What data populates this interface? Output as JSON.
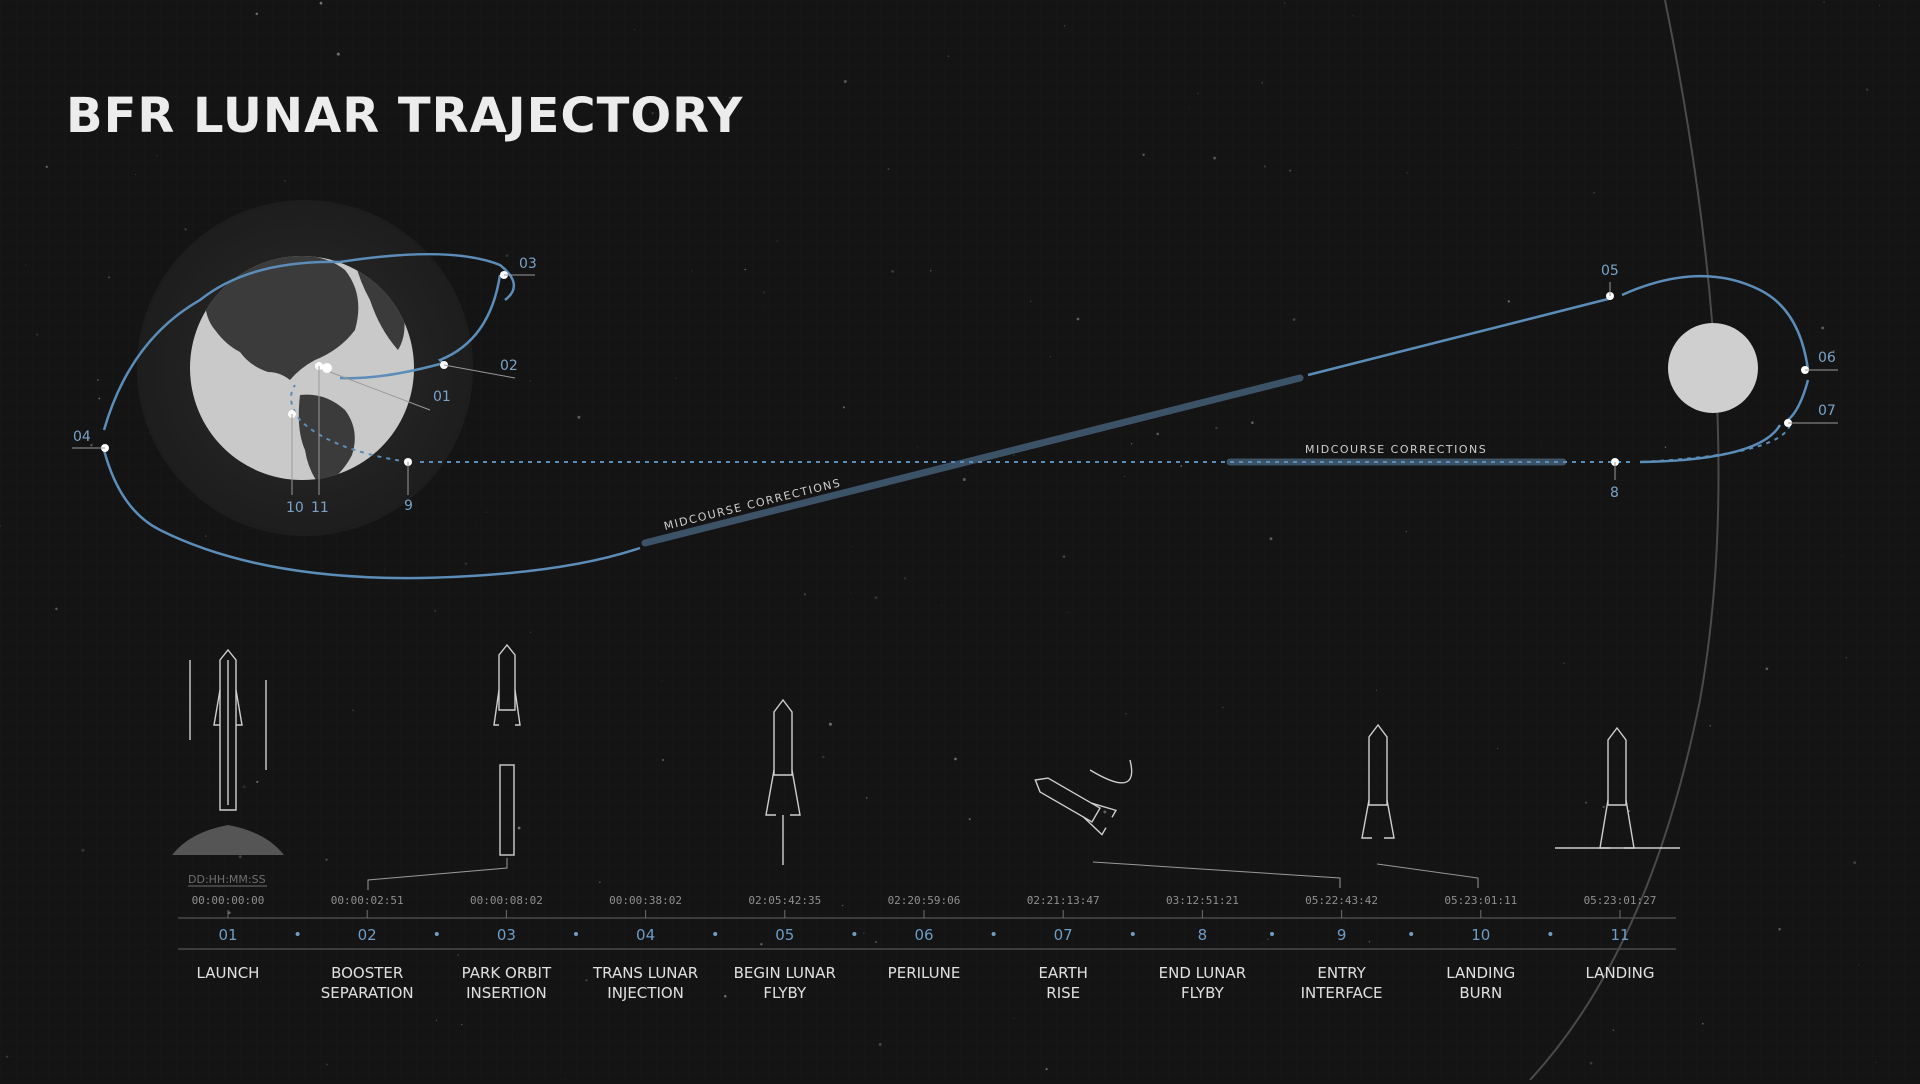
{
  "title": "BFR LUNAR TRAJECTORY",
  "timecode_format": "DD:HH:MM:SS",
  "corrections_label": "MIDCOURSE CORRECTIONS",
  "colors": {
    "background": "#141414",
    "accent": "#5b8db8",
    "earth_land": "#3a3a3a",
    "earth_ocean": "#c7c7c7",
    "moon": "#cfcfcf"
  },
  "orbit_markers": {
    "m01": "01",
    "m02": "02",
    "m03": "03",
    "m04": "04",
    "m05": "05",
    "m06": "06",
    "m07": "07",
    "m8": "8",
    "m9": "9",
    "m10": "10",
    "m11": "11"
  },
  "timeline": [
    {
      "num": "01",
      "time": "00:00:00:00",
      "label1": "LAUNCH",
      "label2": ""
    },
    {
      "num": "02",
      "time": "00:00:02:51",
      "label1": "BOOSTER",
      "label2": "SEPARATION"
    },
    {
      "num": "03",
      "time": "00:00:08:02",
      "label1": "PARK ORBIT",
      "label2": "INSERTION"
    },
    {
      "num": "04",
      "time": "00:00:38:02",
      "label1": "TRANS LUNAR",
      "label2": "INJECTION"
    },
    {
      "num": "05",
      "time": "02:05:42:35",
      "label1": "BEGIN LUNAR",
      "label2": "FLYBY"
    },
    {
      "num": "06",
      "time": "02:20:59:06",
      "label1": "PERILUNE",
      "label2": ""
    },
    {
      "num": "07",
      "time": "02:21:13:47",
      "label1": "EARTH",
      "label2": "RISE"
    },
    {
      "num": "8",
      "time": "03:12:51:21",
      "label1": "END LUNAR",
      "label2": "FLYBY"
    },
    {
      "num": "9",
      "time": "05:22:43:42",
      "label1": "ENTRY",
      "label2": "INTERFACE"
    },
    {
      "num": "10",
      "time": "05:23:01:11",
      "label1": "LANDING",
      "label2": "BURN"
    },
    {
      "num": "11",
      "time": "05:23:01:27",
      "label1": "LANDING",
      "label2": ""
    }
  ]
}
